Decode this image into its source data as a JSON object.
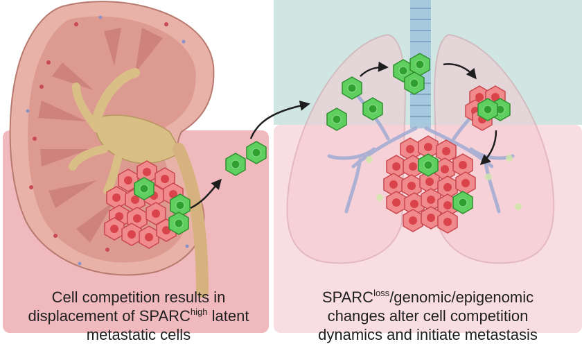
{
  "colors": {
    "panel_pink": "#f0b9bd",
    "panel_teal": "#cfe6e2",
    "panel_light_pink": "#f8dde3",
    "cancer_cell": "#ef6f74",
    "sparc_high_cell": "#4dc24d",
    "kidney": "#e6a9a0",
    "ureter": "#d6b27e",
    "trachea": "#9fc3dc",
    "lung_vessels": "#9aa9d3"
  },
  "captions": {
    "left": {
      "line1": "Cell competition results in",
      "line2_prefix": "displacement of SPARC",
      "line2_sup": "high",
      "line2_suffix": " latent",
      "line3": "metastatic cells"
    },
    "right": {
      "line1_prefix": "SPARC",
      "line1_sup": "loss",
      "line1_suffix": "/genomic/epigenomic",
      "line2": "changes alter cell competition",
      "line3": "dynamics and initiate metastasis"
    }
  }
}
